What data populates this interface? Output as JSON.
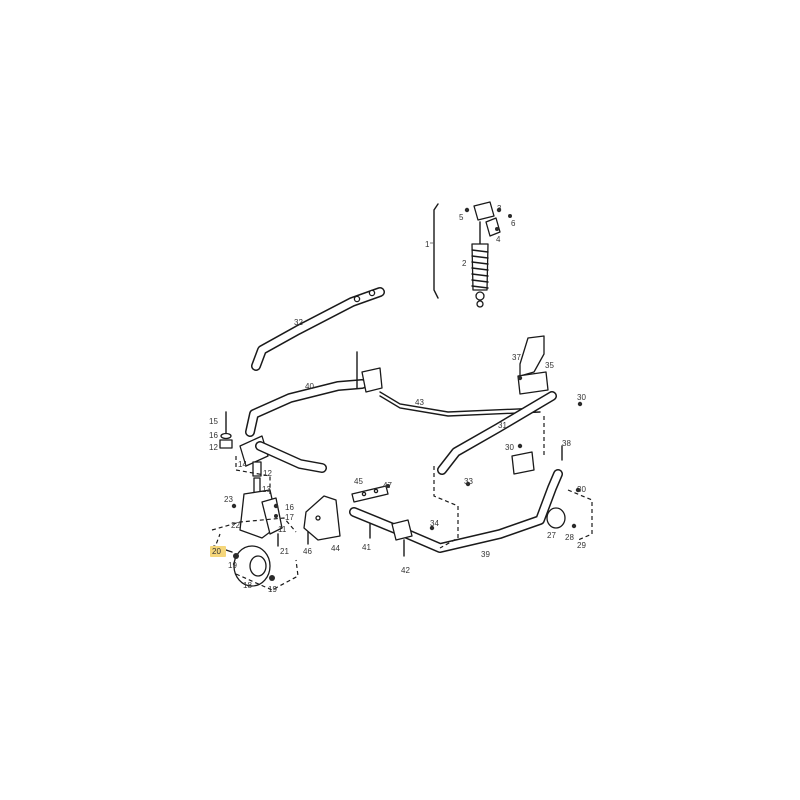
{
  "callouts": {
    "c1": "1",
    "c2": "2",
    "c3": "3",
    "c4": "4",
    "c5": "5",
    "c6": "6",
    "c11": "11",
    "c12a": "12",
    "c12b": "12",
    "c13": "13",
    "c14": "14",
    "c15": "15",
    "c16a": "16",
    "c16b": "16",
    "c17": "17",
    "c18": "18",
    "c19a": "19",
    "c19b": "19",
    "c20": "20",
    "c21": "21",
    "c22": "22",
    "c23": "23",
    "c27": "27",
    "c28": "28",
    "c29": "29",
    "c30a": "30",
    "c30b": "30",
    "c30c": "30",
    "c31": "31",
    "c32": "32",
    "c33": "33",
    "c34": "34",
    "c35": "35",
    "c37": "37",
    "c38": "38",
    "c39": "39",
    "c40": "40",
    "c41": "41",
    "c42": "42",
    "c43": "43",
    "c44": "44",
    "c45": "45",
    "c46": "46",
    "c47": "47"
  },
  "highlight": {
    "part": "20",
    "color": "#f5d67a"
  }
}
